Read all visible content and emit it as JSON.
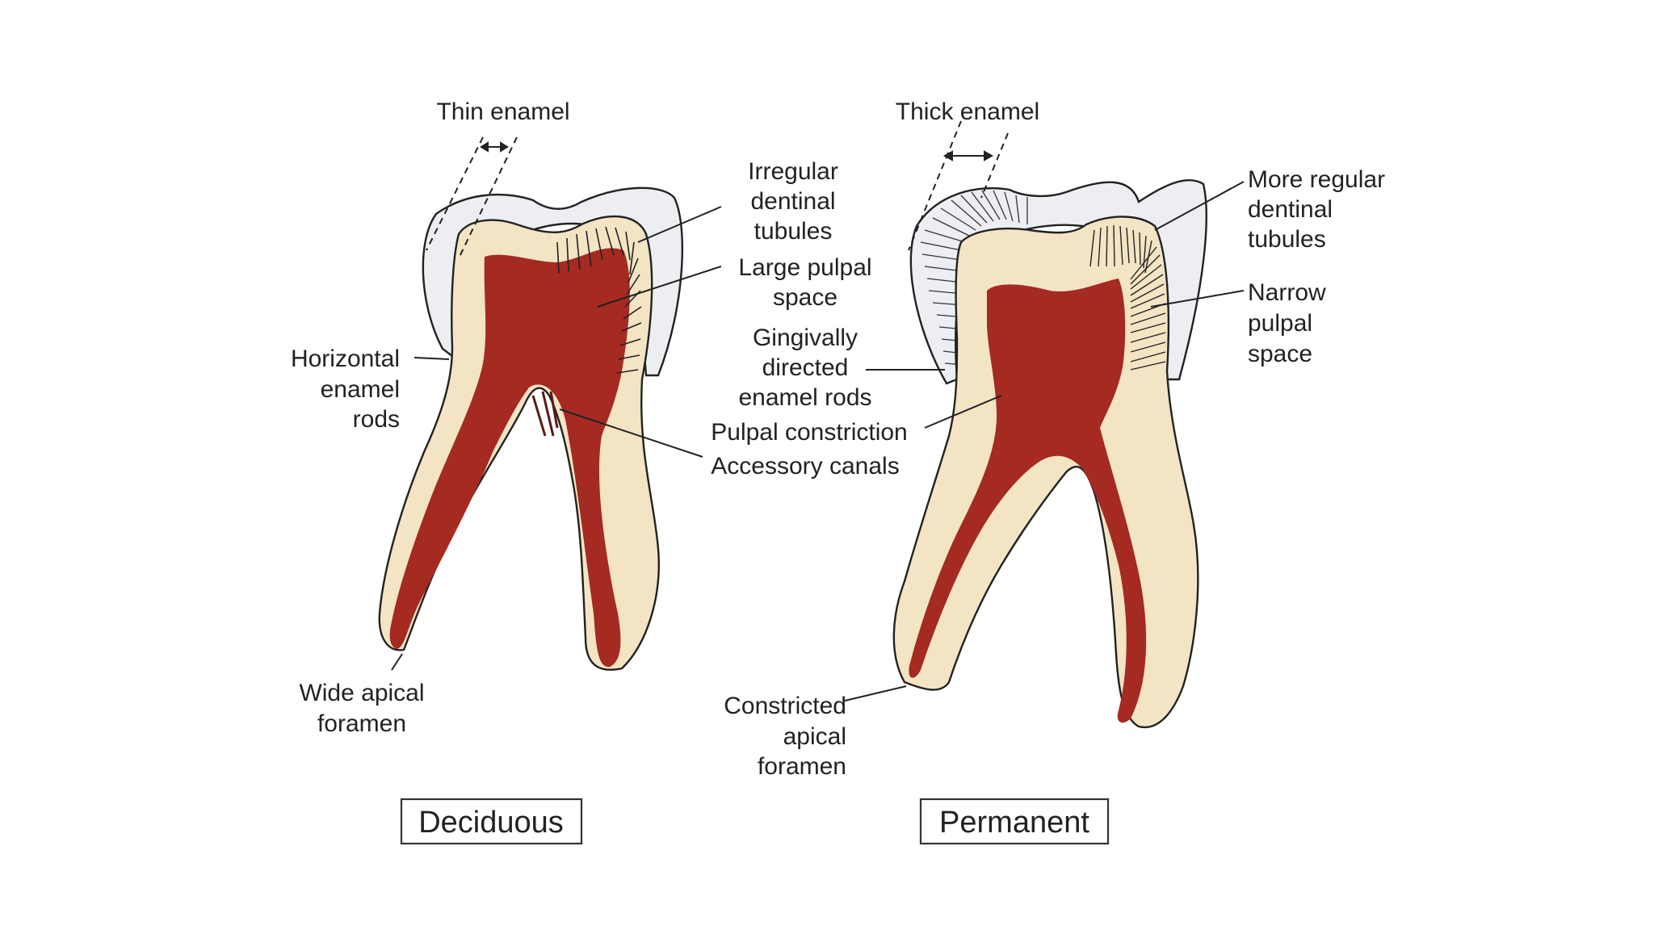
{
  "colors": {
    "enamel": "#eceef2",
    "dentin": "#f3e4c4",
    "pulp": "#a42a22",
    "pulp_light": "#c45a48",
    "outline": "#222222",
    "text": "#222222"
  },
  "deciduous": {
    "caption": "Deciduous",
    "thin_enamel": "Thin enamel",
    "irregular_tubules": [
      "Irregular",
      "dentinal",
      "tubules"
    ],
    "large_pulpal_space": [
      "Large pulpal",
      "space"
    ],
    "horizontal_rods": [
      "Horizontal",
      "enamel",
      "rods"
    ],
    "wide_apical_foramen": [
      "Wide apical",
      "foramen"
    ]
  },
  "permanent": {
    "caption": "Permanent",
    "thick_enamel": "Thick enamel",
    "regular_tubules": [
      "More regular",
      "dentinal",
      "tubules"
    ],
    "narrow_pulpal_space": [
      "Narrow",
      "pulpal",
      "space"
    ],
    "constricted_apical_foramen": [
      "Constricted",
      "apical",
      "foramen"
    ]
  },
  "shared": {
    "gingivally_directed_rods": [
      "Gingivally",
      "directed",
      "enamel rods"
    ],
    "pulpal_constriction": "Pulpal constriction",
    "accessory_canals": "Accessory canals"
  }
}
